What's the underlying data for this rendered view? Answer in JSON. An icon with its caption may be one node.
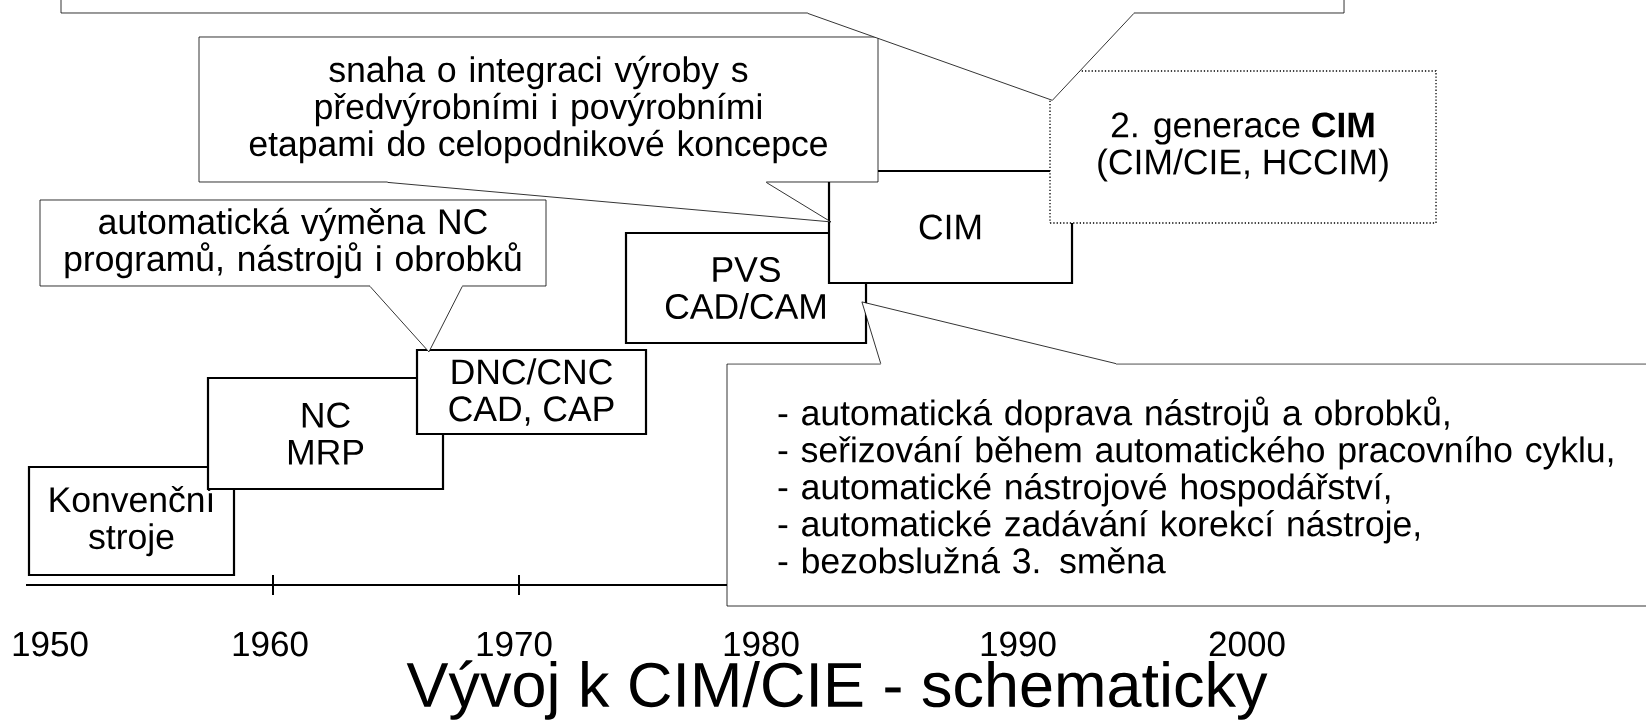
{
  "diagram": {
    "title": "Vývoj k CIM/CIE - schematicky",
    "nodes": [
      {
        "text": [],
        "shape": "box"
      },
      {
        "text": [
          "snaha o integraci výroby s předvýrobními i povýrobními etapami do celopodnikové koncepce"
        ]
      },
      {
        "text": [
          "automatická výměna NC programů, nástrojů i obrobků"
        ]
      },
      {
        "text": [
          "2. generace **CIM**",
          "(CIM/CIE, HCCIM)"
        ]
      },
      {
        "text": [
          "CIM"
        ]
      },
      {
        "text": [
          "PVS",
          "CAD/CAM"
        ]
      },
      {
        "text": [
          "DNC/CNC",
          "CAD, CAP"
        ]
      },
      {
        "text": [
          "NC",
          "MRP"
        ]
      },
      {
        "text": [
          "Konvenční stroje"
        ]
      },
      {
        "text": [
          "- automatická doprava nástrojů a obrobků,",
          "- seřizování během automatického pracovního cyklu,",
          "- automatické nástrojové hospodářství,",
          "- automatické zadávání korekcí nástroje,",
          "- bezobslužná 3. směna"
        ]
      }
    ],
    "edges": [
      {
        "from": 0,
        "to": 3,
        "arrow": "none"
      },
      {
        "from": 1,
        "to": 4,
        "arrow": "none"
      },
      {
        "from": 2,
        "to": 6,
        "arrow": "none"
      },
      {
        "from": 9,
        "to": 5,
        "arrow": "none"
      }
    ],
    "labels": [
      "1950",
      "1960",
      "1970",
      "1980",
      "1990",
      "2000"
    ]
  }
}
